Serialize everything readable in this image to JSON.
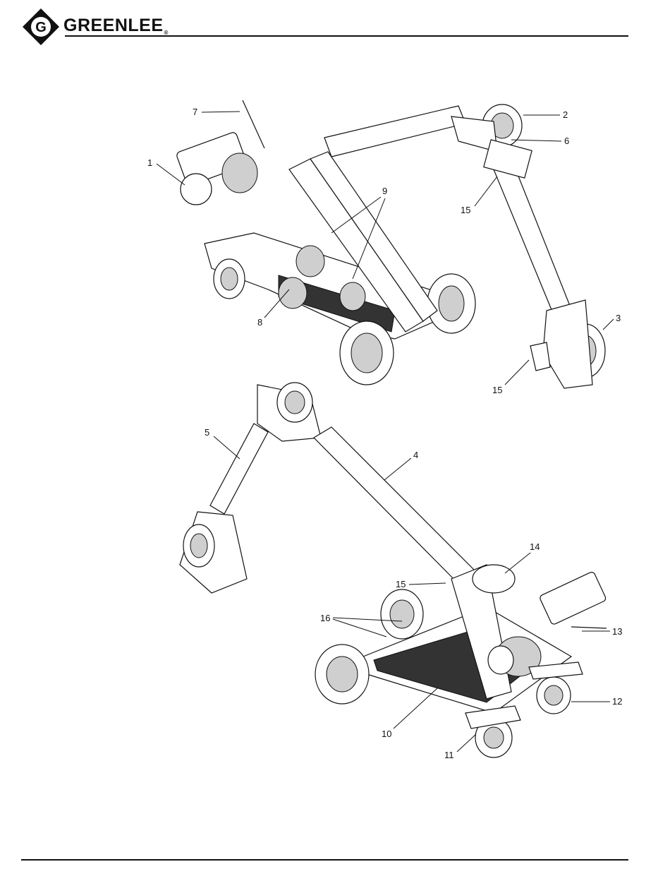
{
  "header": {
    "brand": "GREENLEE",
    "logo_icon": "greenlee-g-logo-icon"
  },
  "top_callouts": {
    "c1": "1",
    "c2": "2",
    "c3": "3",
    "c6": "6",
    "c7": "7",
    "c8": "8",
    "c9": "9",
    "c15a": "15",
    "c15b": "15"
  },
  "bottom_callouts": {
    "c4": "4",
    "c5": "5",
    "c10": "10",
    "c11": "11",
    "c12": "12",
    "c13": "13",
    "c14": "14",
    "c15": "15",
    "c16": "16"
  }
}
